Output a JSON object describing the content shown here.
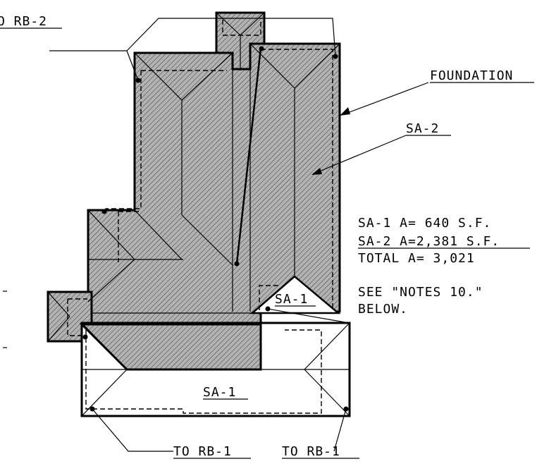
{
  "labels": {
    "to_rb2": "O RB-2",
    "foundation": "FOUNDATION",
    "sa2": "SA-2",
    "sa1_small": "SA-1",
    "sa1_large": "SA-1",
    "to_rb1_left": "TO RB-1",
    "to_rb1_right": "TO RB-1"
  },
  "areas": {
    "line1": "SA-1 A= 640 S.F.",
    "line2": "SA-2 A=2,381 S.F.",
    "line3": "TOTAL A= 3,021"
  },
  "notes": {
    "line1": "SEE \"NOTES 10.\"",
    "line2": "BELOW."
  },
  "colors": {
    "ink": "#000000",
    "hatch_fill": "#a9a9a9"
  }
}
